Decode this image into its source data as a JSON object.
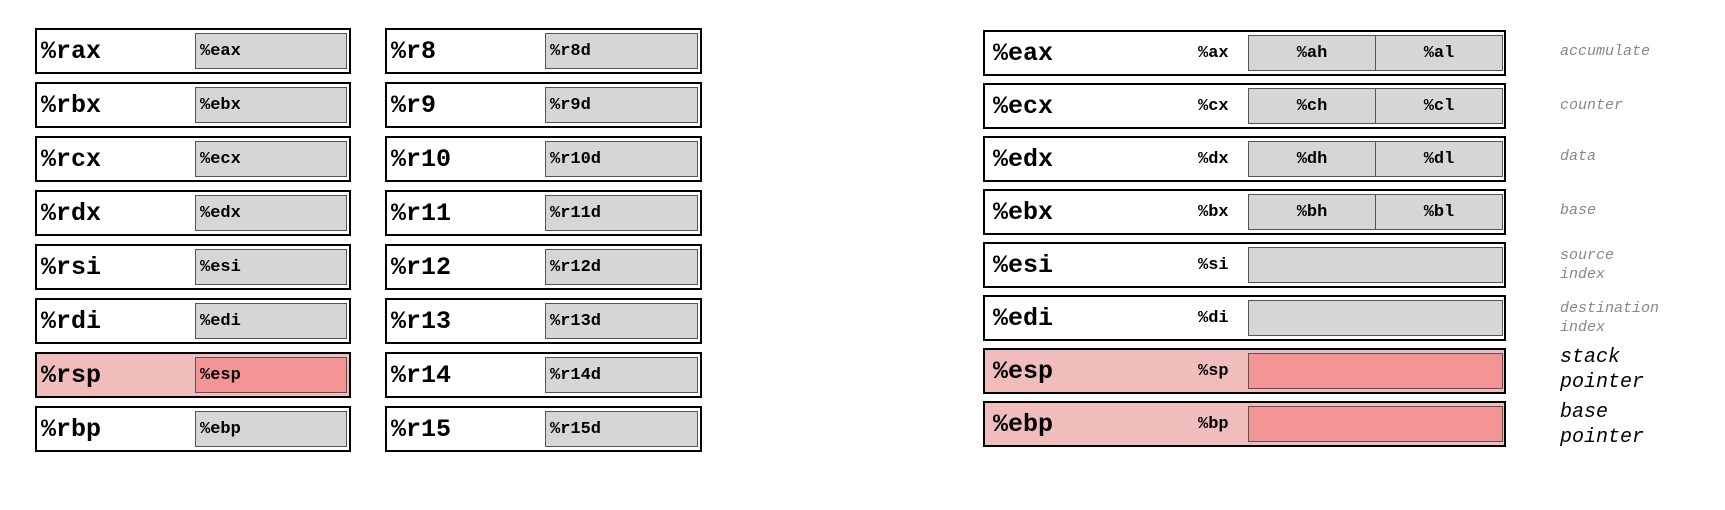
{
  "regs64": [
    {
      "name": "%rax",
      "sub": "%eax",
      "highlight": false
    },
    {
      "name": "%rbx",
      "sub": "%ebx",
      "highlight": false
    },
    {
      "name": "%rcx",
      "sub": "%ecx",
      "highlight": false
    },
    {
      "name": "%rdx",
      "sub": "%edx",
      "highlight": false
    },
    {
      "name": "%rsi",
      "sub": "%esi",
      "highlight": false
    },
    {
      "name": "%rdi",
      "sub": "%edi",
      "highlight": false
    },
    {
      "name": "%rsp",
      "sub": "%esp",
      "highlight": true
    },
    {
      "name": "%rbp",
      "sub": "%ebp",
      "highlight": false
    }
  ],
  "regsExt": [
    {
      "name": "%r8",
      "sub": "%r8d"
    },
    {
      "name": "%r9",
      "sub": "%r9d"
    },
    {
      "name": "%r10",
      "sub": "%r10d"
    },
    {
      "name": "%r11",
      "sub": "%r11d"
    },
    {
      "name": "%r12",
      "sub": "%r12d"
    },
    {
      "name": "%r13",
      "sub": "%r13d"
    },
    {
      "name": "%r14",
      "sub": "%r14d"
    },
    {
      "name": "%r15",
      "sub": "%r15d"
    }
  ],
  "regs32": [
    {
      "name": "%eax",
      "r16": "%ax",
      "hi": "%ah",
      "lo": "%al",
      "desc": "accumulate",
      "highlight": false
    },
    {
      "name": "%ecx",
      "r16": "%cx",
      "hi": "%ch",
      "lo": "%cl",
      "desc": "counter",
      "highlight": false
    },
    {
      "name": "%edx",
      "r16": "%dx",
      "hi": "%dh",
      "lo": "%dl",
      "desc": "data",
      "highlight": false
    },
    {
      "name": "%ebx",
      "r16": "%bx",
      "hi": "%bh",
      "lo": "%bl",
      "desc": "base",
      "highlight": false
    },
    {
      "name": "%esi",
      "r16": "%si",
      "hi": "",
      "lo": "",
      "desc": "source\nindex",
      "highlight": false
    },
    {
      "name": "%edi",
      "r16": "%di",
      "hi": "",
      "lo": "",
      "desc": "destination\nindex",
      "highlight": false
    },
    {
      "name": "%esp",
      "r16": "%sp",
      "hi": "",
      "lo": "",
      "desc": "stack\npointer",
      "highlight": true
    },
    {
      "name": "%ebp",
      "r16": "%bp",
      "hi": "",
      "lo": "",
      "desc": "base\npointer",
      "highlight": true
    }
  ],
  "colors": {
    "highlight_outer": "#f0bcbc",
    "highlight_inner": "#f49595",
    "sub_fill": "#d6d6d6"
  }
}
